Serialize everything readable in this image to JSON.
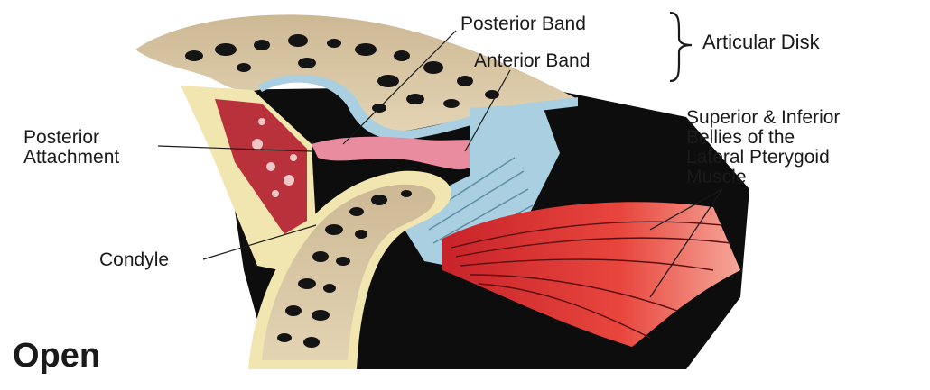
{
  "labels": {
    "posterior_band": "Posterior Band",
    "anterior_band": "Anterior Band",
    "articular_disk": "Articular Disk",
    "posterior_attachment": "Posterior\nAttachment",
    "condyle": "Condyle",
    "muscle": "Superior & Inferior\nBellies of the\nLateral Pterygoid\nMuscle",
    "state": "Open"
  },
  "colors": {
    "bone": "#d9c7a3",
    "bone_cavity": "#111111",
    "cartilage": "#f2e6b0",
    "capsule": "#a9cfe0",
    "cavity": "#0d0d0d",
    "disk": "#e98ca0",
    "muscle": "#e8463d",
    "attachment": "#b9313a"
  }
}
